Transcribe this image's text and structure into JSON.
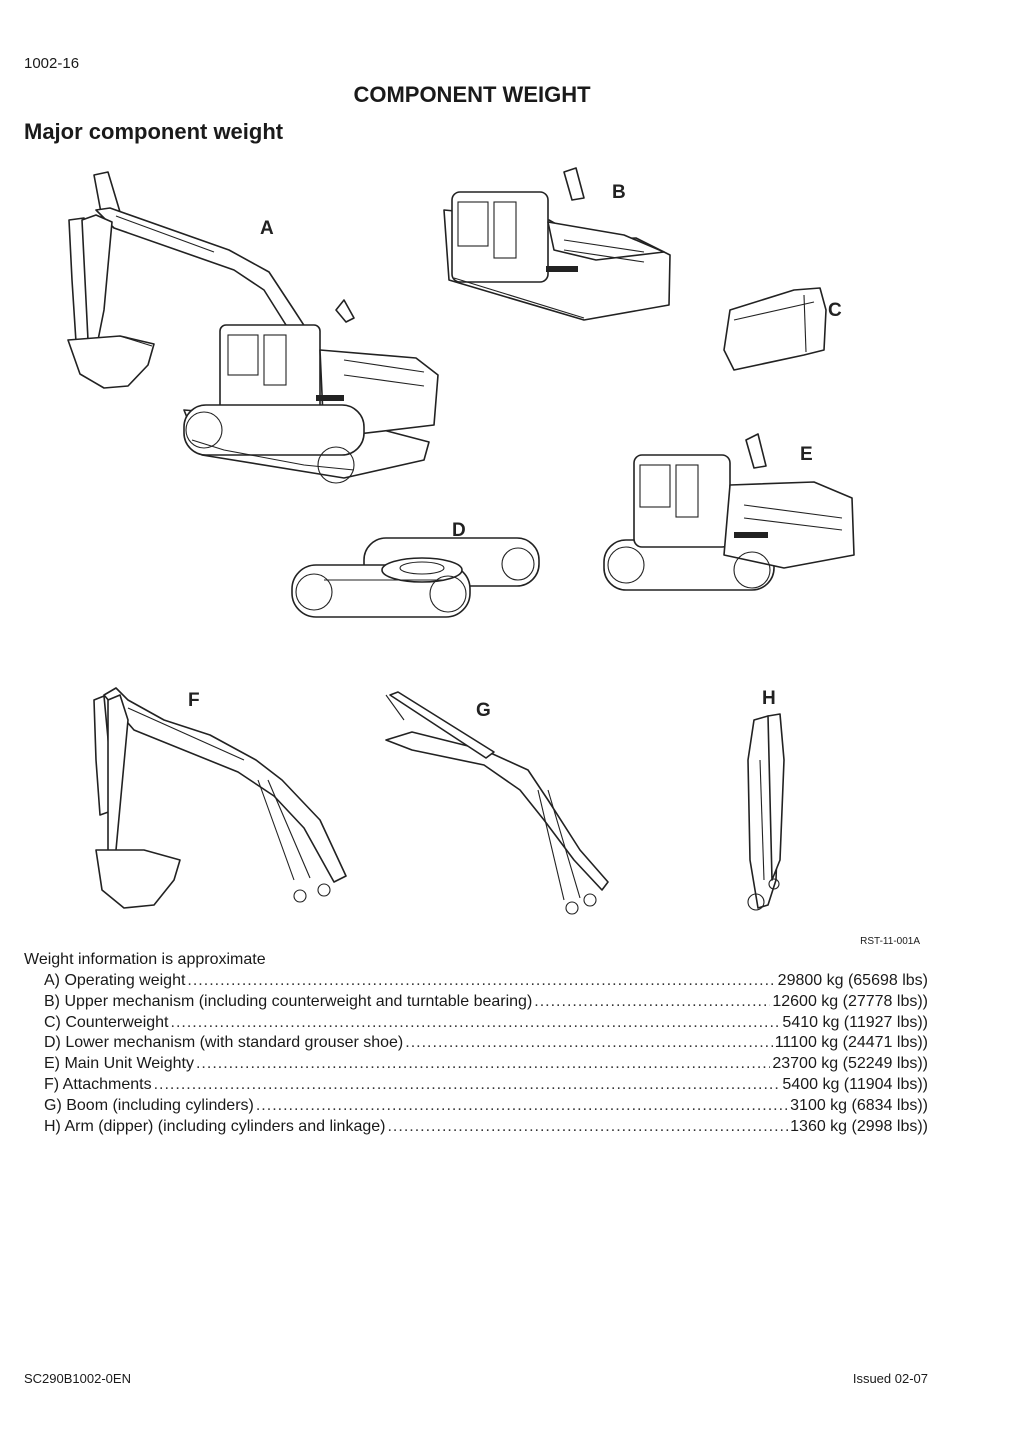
{
  "header": {
    "page_number": "1002-16",
    "title": "COMPONENT WEIGHT",
    "subtitle": "Major component weight"
  },
  "figure": {
    "labels": [
      "A",
      "B",
      "C",
      "D",
      "E",
      "F",
      "G",
      "H"
    ],
    "reference": "RST-11-001A"
  },
  "weights": {
    "note": "Weight information is approximate",
    "items": [
      {
        "label": "A) Operating weight",
        "value": "29800 kg (65698 lbs)"
      },
      {
        "label": "B) Upper mechanism (including counterweight and turntable bearing)",
        "value": "12600 kg (27778 lbs))"
      },
      {
        "label": "C) Counterweight",
        "value": "5410 kg (11927 lbs))"
      },
      {
        "label": "D) Lower mechanism (with standard grouser shoe)",
        "value": "11100 kg (24471 lbs))"
      },
      {
        "label": "E) Main Unit Weighty",
        "value": "23700 kg (52249 lbs))"
      },
      {
        "label": "F) Attachments",
        "value": "5400 kg (11904 lbs))"
      },
      {
        "label": "G) Boom (including cylinders)",
        "value": "3100 kg (6834 lbs))"
      },
      {
        "label": "H) Arm (dipper) (including cylinders and linkage)",
        "value": "1360 kg (2998 lbs))"
      }
    ]
  },
  "footer": {
    "document_code": "SC290B1002-0EN",
    "issued": "Issued 02-07"
  }
}
